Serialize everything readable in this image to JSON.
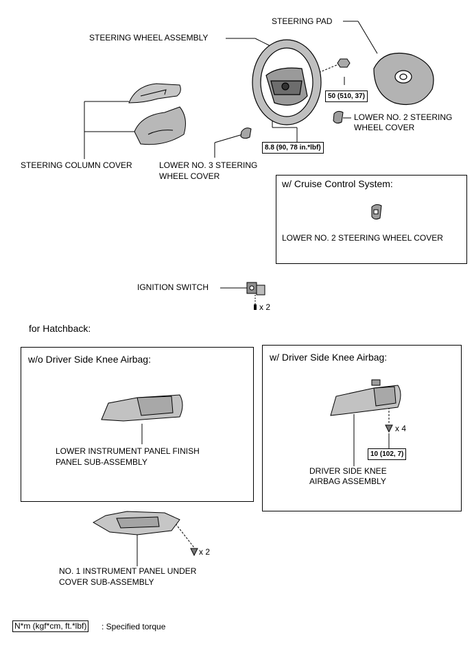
{
  "labels": {
    "steering_pad": "STEERING PAD",
    "steering_wheel_assembly": "STEERING WHEEL ASSEMBLY",
    "lower_no2_cover_line1": "LOWER NO. 2 STEERING",
    "lower_no2_cover_line2": "WHEEL COVER",
    "steering_column_cover": "STEERING COLUMN COVER",
    "lower_no3_cover_line1": "LOWER NO. 3 STEERING",
    "lower_no3_cover_line2": "WHEEL COVER",
    "ignition_switch": "IGNITION SWITCH",
    "ignition_qty": "x 2",
    "lower_finish_panel_line1": "LOWER INSTRUMENT PANEL FINISH",
    "lower_finish_panel_line2": "PANEL SUB-ASSEMBLY",
    "knee_airbag_line1": "DRIVER SIDE KNEE",
    "knee_airbag_line2": "AIRBAG ASSEMBLY",
    "knee_airbag_qty": "x 4",
    "under_cover_line1": "NO. 1 INSTRUMENT PANEL UNDER",
    "under_cover_line2": "COVER SUB-ASSEMBLY",
    "under_cover_qty": "x 2"
  },
  "torques": {
    "steering_pad_nut": "50 (510, 37)",
    "steering_wheel": "8.8 (90, 78 in.*lbf)",
    "knee_airbag": "10 (102, 7)"
  },
  "panels": {
    "cruise": {
      "title": "w/ Cruise Control System:",
      "part": "LOWER NO. 2 STEERING WHEEL COVER"
    },
    "hatchback_heading": "for Hatchback:",
    "wo_knee": {
      "title": "w/o Driver Side Knee Airbag:"
    },
    "w_knee": {
      "title": "w/ Driver Side Knee Airbag:"
    }
  },
  "legend": {
    "unit": "N*m (kgf*cm, ft.*lbf)",
    "text": ": Specified torque"
  }
}
